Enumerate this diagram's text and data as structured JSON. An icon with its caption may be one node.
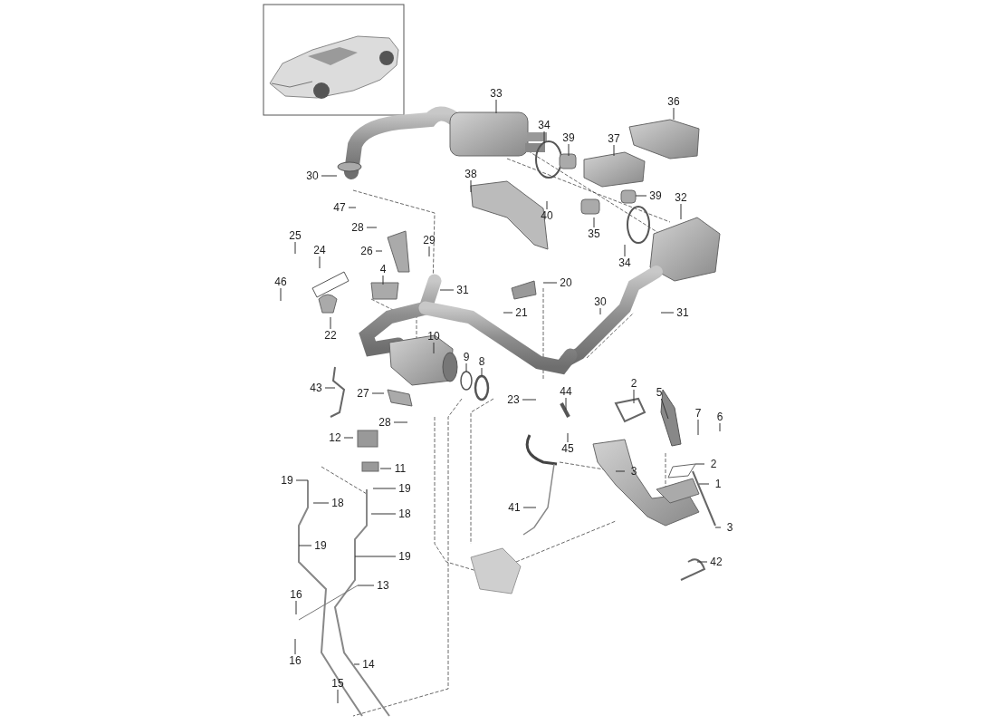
{
  "diagram": {
    "nodes": [
      {
        "text": [
          "33"
        ]
      },
      {
        "text": [
          "36"
        ]
      },
      {
        "text": [
          "34"
        ]
      },
      {
        "text": [
          "39"
        ]
      },
      {
        "text": [
          "37"
        ]
      },
      {
        "text": [
          "30"
        ]
      },
      {
        "text": [
          "38"
        ]
      },
      {
        "text": [
          "39"
        ]
      },
      {
        "text": [
          "32"
        ]
      },
      {
        "text": [
          "40"
        ]
      },
      {
        "text": [
          "47"
        ]
      },
      {
        "text": [
          "35"
        ]
      },
      {
        "text": [
          "28"
        ]
      },
      {
        "text": [
          "25"
        ]
      },
      {
        "text": [
          "29"
        ]
      },
      {
        "text": [
          "26"
        ]
      },
      {
        "text": [
          "24"
        ]
      },
      {
        "text": [
          "34"
        ]
      },
      {
        "text": [
          "4"
        ]
      },
      {
        "text": [
          "46"
        ]
      },
      {
        "text": [
          "20"
        ]
      },
      {
        "text": [
          "31"
        ]
      },
      {
        "text": [
          "30"
        ]
      },
      {
        "text": [
          "21"
        ]
      },
      {
        "text": [
          "31"
        ]
      },
      {
        "text": [
          "22"
        ]
      },
      {
        "text": [
          "10"
        ]
      },
      {
        "text": [
          "9"
        ]
      },
      {
        "text": [
          "8"
        ]
      },
      {
        "text": [
          "43"
        ]
      },
      {
        "text": [
          "27"
        ]
      },
      {
        "text": [
          "23"
        ]
      },
      {
        "text": [
          "44"
        ]
      },
      {
        "text": [
          "2"
        ]
      },
      {
        "text": [
          "5"
        ]
      },
      {
        "text": [
          "7"
        ]
      },
      {
        "text": [
          "6"
        ]
      },
      {
        "text": [
          "28"
        ]
      },
      {
        "text": [
          "45"
        ]
      },
      {
        "text": [
          "12"
        ]
      },
      {
        "text": [
          "11"
        ]
      },
      {
        "text": [
          "3"
        ]
      },
      {
        "text": [
          "2"
        ]
      },
      {
        "text": [
          "1"
        ]
      },
      {
        "text": [
          "19"
        ]
      },
      {
        "text": [
          "19"
        ]
      },
      {
        "text": [
          "18"
        ]
      },
      {
        "text": [
          "18"
        ]
      },
      {
        "text": [
          "41"
        ]
      },
      {
        "text": [
          "3"
        ]
      },
      {
        "text": [
          "19"
        ]
      },
      {
        "text": [
          "19"
        ]
      },
      {
        "text": [
          "42"
        ]
      },
      {
        "text": [
          "13"
        ]
      },
      {
        "text": [
          "16"
        ]
      },
      {
        "text": [
          "16"
        ]
      },
      {
        "text": [
          "14"
        ]
      },
      {
        "text": [
          "15"
        ]
      }
    ],
    "edges": [
      {
        "from": 0,
        "to": null,
        "arrow": "none"
      },
      {
        "from": 1,
        "to": null,
        "arrow": "none"
      },
      {
        "from": 2,
        "to": null,
        "arrow": "none"
      },
      {
        "from": 3,
        "to": null,
        "arrow": "none"
      },
      {
        "from": 4,
        "to": null,
        "arrow": "none"
      },
      {
        "from": 5,
        "to": null,
        "arrow": "none"
      },
      {
        "from": 6,
        "to": null,
        "arrow": "none"
      },
      {
        "from": 7,
        "to": null,
        "arrow": "none"
      },
      {
        "from": 8,
        "to": null,
        "arrow": "none"
      },
      {
        "from": 9,
        "to": null,
        "arrow": "none"
      },
      {
        "from": 10,
        "to": null,
        "arrow": "none"
      },
      {
        "from": 11,
        "to": null,
        "arrow": "none"
      },
      {
        "from": 12,
        "to": null,
        "arrow": "none"
      },
      {
        "from": 13,
        "to": null,
        "arrow": "none"
      },
      {
        "from": 14,
        "to": null,
        "arrow": "none"
      },
      {
        "from": 15,
        "to": null,
        "arrow": "none"
      },
      {
        "from": 16,
        "to": null,
        "arrow": "none"
      },
      {
        "from": 17,
        "to": null,
        "arrow": "none"
      },
      {
        "from": 18,
        "to": null,
        "arrow": "none"
      },
      {
        "from": 19,
        "to": null,
        "arrow": "none"
      },
      {
        "from": 20,
        "to": null,
        "arrow": "none"
      },
      {
        "from": 21,
        "to": null,
        "arrow": "none"
      },
      {
        "from": 22,
        "to": null,
        "arrow": "none"
      },
      {
        "from": 23,
        "to": null,
        "arrow": "none"
      },
      {
        "from": 24,
        "to": null,
        "arrow": "none"
      },
      {
        "from": 25,
        "to": null,
        "arrow": "none"
      },
      {
        "from": 26,
        "to": null,
        "arrow": "none"
      },
      {
        "from": 27,
        "to": null,
        "arrow": "none"
      },
      {
        "from": 28,
        "to": null,
        "arrow": "none"
      },
      {
        "from": 29,
        "to": null,
        "arrow": "none"
      },
      {
        "from": 30,
        "to": null,
        "arrow": "none"
      },
      {
        "from": 31,
        "to": null,
        "arrow": "none"
      },
      {
        "from": 32,
        "to": null,
        "arrow": "none"
      },
      {
        "from": 33,
        "to": null,
        "arrow": "none"
      },
      {
        "from": 34,
        "to": null,
        "arrow": "none"
      },
      {
        "from": 35,
        "to": null,
        "arrow": "none"
      },
      {
        "from": 36,
        "to": null,
        "arrow": "none"
      },
      {
        "from": 37,
        "to": null,
        "arrow": "none"
      },
      {
        "from": 38,
        "to": null,
        "arrow": "none"
      },
      {
        "from": 39,
        "to": null,
        "arrow": "none"
      },
      {
        "from": 40,
        "to": null,
        "arrow": "none"
      },
      {
        "from": 41,
        "to": null,
        "arrow": "none"
      },
      {
        "from": 42,
        "to": null,
        "arrow": "none"
      },
      {
        "from": 43,
        "to": null,
        "arrow": "none"
      },
      {
        "from": 44,
        "to": null,
        "arrow": "none"
      },
      {
        "from": 45,
        "to": null,
        "arrow": "none"
      },
      {
        "from": 46,
        "to": null,
        "arrow": "none"
      },
      {
        "from": 47,
        "to": null,
        "arrow": "none"
      },
      {
        "from": 48,
        "to": null,
        "arrow": "none"
      },
      {
        "from": 49,
        "to": null,
        "arrow": "none"
      },
      {
        "from": 50,
        "to": null,
        "arrow": "none"
      },
      {
        "from": 51,
        "to": null,
        "arrow": "none"
      },
      {
        "from": 52,
        "to": null,
        "arrow": "none"
      },
      {
        "from": 53,
        "to": null,
        "arrow": "none"
      },
      {
        "from": 54,
        "to": null,
        "arrow": "none"
      },
      {
        "from": 55,
        "to": null,
        "arrow": "none"
      },
      {
        "from": 56,
        "to": null,
        "arrow": "none"
      },
      {
        "from": 57,
        "to": null,
        "arrow": "none"
      }
    ]
  }
}
